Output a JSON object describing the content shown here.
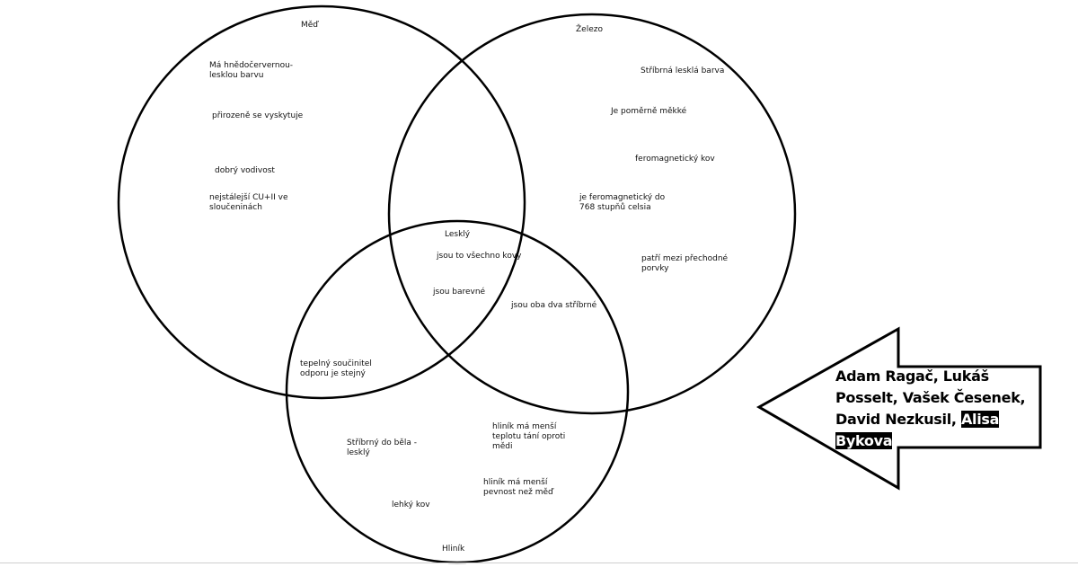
{
  "circles": {
    "copper": {
      "title": "Měď",
      "facts": [
        "Má hnědočervernou-\nlesklou barvu",
        "přirozeně se vyskytuje",
        "dobrý vodivost",
        "nejstálejší CU+II ve\nsloučeninách"
      ]
    },
    "iron": {
      "title": "Železo",
      "facts": [
        "Stříbrná lesklá barva",
        "Je poměrně měkké",
        "feromagnetický kov",
        "je feromagnetický do\n768 stupňů celsia",
        "patří mezi přechodné\nporvky"
      ]
    },
    "aluminium": {
      "title": "Hliník",
      "facts": [
        "Stříbrný do běla -\nlesklý",
        "lehký kov",
        "hliník má menší\nteplotu tání oproti\nmědi",
        "hliník má menší\npevnost než měď"
      ]
    }
  },
  "intersections": {
    "all_three": [
      "Lesklý",
      "jsou to všechno kovy",
      "jsou barevné"
    ],
    "iron_aluminium": "jsou oba dva stříbrné",
    "copper_aluminium": "tepelný součinitel\nodporu je stejný"
  },
  "authors": {
    "line1": "Adam Ragač, Lukáš",
    "line2": "Posselt, Vašek Česenek,",
    "line3_plain": "David Nezkusil, ",
    "line3_highlight": "Alisa",
    "line4_highlight": "Bykova"
  },
  "colors": {
    "stroke": "#000000",
    "background": "#ffffff"
  }
}
